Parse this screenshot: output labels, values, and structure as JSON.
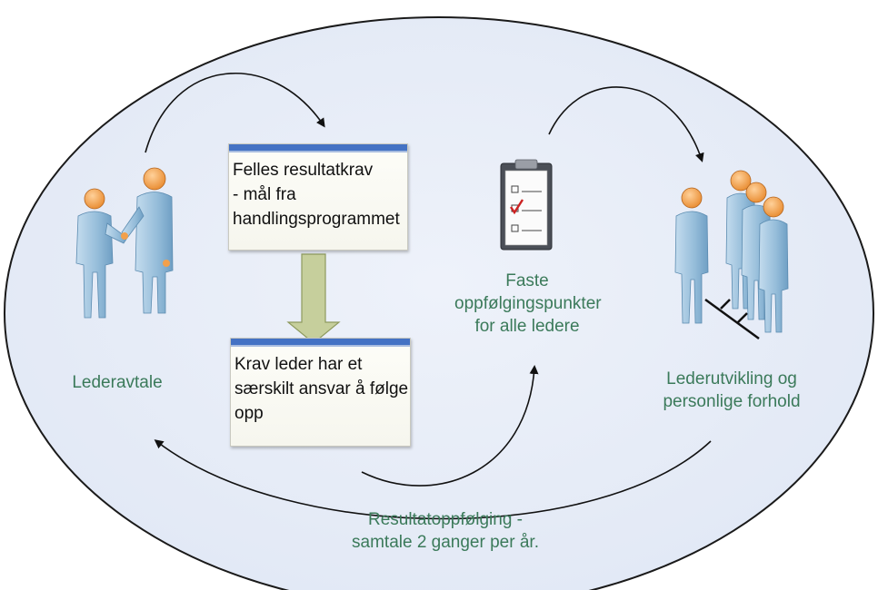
{
  "colors": {
    "background": "#ffffff",
    "ellipse_fill": "#e7ecf7",
    "ellipse_stroke": "#1a1a1a",
    "label_text": "#3b7a5a",
    "box_bar": "#4472c4",
    "person_body": "#9ec3de",
    "person_head": "#f4a557",
    "down_arrow": "#c6cf9c",
    "check_mark": "#cc2222"
  },
  "icons": {
    "handshake": "two-people-handshake-icon",
    "checklist": "clipboard-checklist-icon",
    "group": "team-org-chart-icon"
  },
  "labels": {
    "lederavtale": "Lederavtale",
    "faste": "Faste\noppfølgingspunkter\nfor alle ledere",
    "lederutvikling": "Lederutvikling og\npersonlige forhold",
    "resultat": "Resultatoppfølging -\nsamtale 2 ganger per år."
  },
  "boxes": {
    "felles": "Felles resultatkrav\n- mål fra\nhandlingsprogrammet",
    "krav": "Krav leder har et\nsærskilt ansvar å følge\nopp"
  }
}
